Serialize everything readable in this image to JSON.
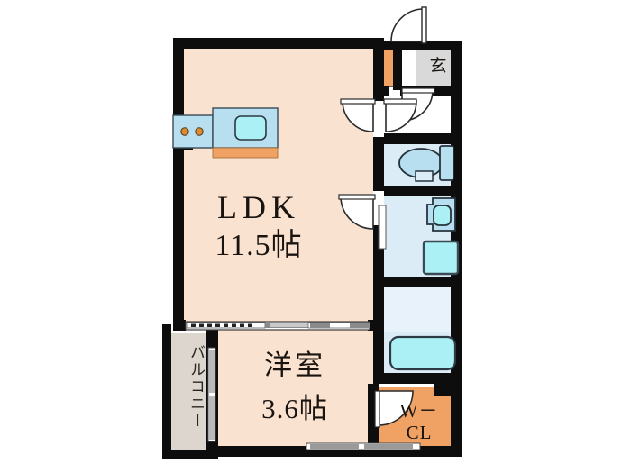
{
  "plan": {
    "title": "間取り図",
    "rooms": [
      {
        "id": "ldk",
        "name": "LDK",
        "size": "11.5帖",
        "fill": "#fae2d0"
      },
      {
        "id": "bedroom",
        "name": "洋室",
        "size": "3.6帖",
        "fill": "#fae2d0"
      },
      {
        "id": "balcony",
        "name": "バルコニー",
        "size": "",
        "fill": "#ddd6ce"
      },
      {
        "id": "genkan",
        "name": "玄",
        "size": "",
        "fill": "#d9d9d9"
      },
      {
        "id": "walk-in-closet",
        "name": "W－\nCL",
        "size": "",
        "fill": "#efa264"
      },
      {
        "id": "toilet",
        "name": "",
        "size": "",
        "fill": "#dcecf7"
      },
      {
        "id": "washroom",
        "name": "",
        "size": "",
        "fill": "#dcecf7"
      },
      {
        "id": "bath",
        "name": "",
        "size": "",
        "fill": "#dcecf7"
      },
      {
        "id": "corridor",
        "name": "",
        "size": "",
        "fill": "#ffffff"
      }
    ],
    "fixtures": [
      {
        "id": "kitchen-sink",
        "name": "シンク"
      },
      {
        "id": "kitchen-stove",
        "name": "コンロ"
      },
      {
        "id": "kitchen-counter",
        "name": "カウンター"
      },
      {
        "id": "toilet-bowl",
        "name": "便器"
      },
      {
        "id": "toilet-tank",
        "name": "タンク"
      },
      {
        "id": "wash-basin",
        "name": "洗面台"
      },
      {
        "id": "washer-pan",
        "name": "洗濯機置場"
      },
      {
        "id": "bathtub",
        "name": "浴槽"
      },
      {
        "id": "shoe-box",
        "name": "シューズボックス"
      }
    ],
    "colors": {
      "wall": "#0d0d0d",
      "room_fill": "#fae2d0",
      "water_fill": "#dcecf7",
      "water_accent": "#b8dff0",
      "cyan": "#aaf0f5",
      "orange": "#efa264",
      "gray_fill": "#d9d9d9",
      "balcony_fill": "#ddd6ce",
      "door_fill": "#ffffff",
      "text": "#1a1410"
    }
  }
}
